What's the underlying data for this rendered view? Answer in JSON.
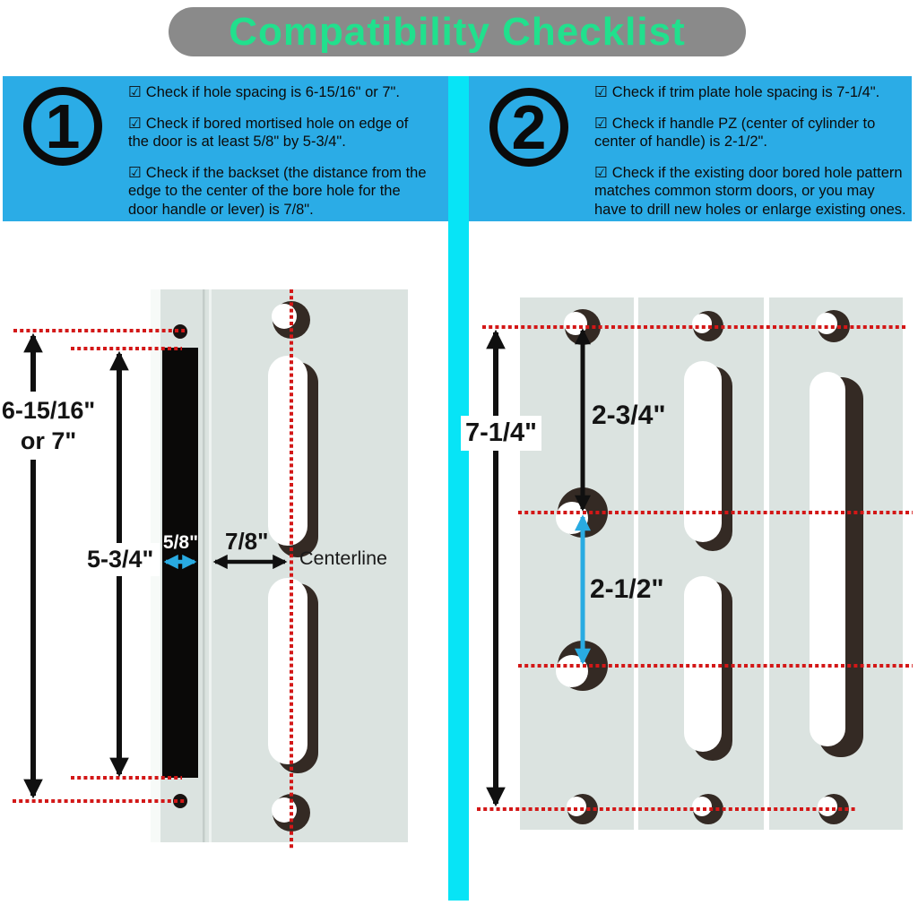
{
  "header": {
    "title": "Compatibility Checklist"
  },
  "glyphs": {
    "checkbox": "☑"
  },
  "steps": [
    {
      "number": "1",
      "items": [
        "Check if hole spacing is 6-15/16\" or 7\".",
        "Check if bored mortised hole on edge of the door is at least 5/8\" by 5-3/4\".",
        "Check if the backset (the distance from the edge to the center of the bore hole for the door handle or lever) is 7/8\"."
      ]
    },
    {
      "number": "2",
      "items": [
        "Check if trim plate hole spacing is 7-1/4\".",
        "Check if handle PZ (center of cylinder to center of handle) is 2-1/2\".",
        "Check if the existing door bored hole pattern matches common storm doors, or you may have to drill new holes or enlarge existing ones."
      ]
    }
  ],
  "door_diagram": {
    "hole_spacing_line1": "6-15/16\"",
    "hole_spacing_line2": "or 7\"",
    "mortise_height": "5-3/4\"",
    "mortise_width": "5/8\"",
    "backset": "7/8\"",
    "centerline": "Centerline"
  },
  "trim_diagram": {
    "hole_spacing": "7-1/4\"",
    "top_to_cylinder": "2-3/4\"",
    "handle_pz": "2-1/2\""
  },
  "colors": {
    "header_gray": "#8a8a8a",
    "header_green": "#21e08d",
    "panel_blue": "#2bace6",
    "divider_cyan": "#07e4f6",
    "plate_gray": "#dbe3e0",
    "shadow_dark": "#342a24",
    "mortise_black": "#0a0908",
    "red_dotted": "#d31717",
    "cyan_arrow": "#29abe2",
    "arrow_black": "#101010"
  }
}
